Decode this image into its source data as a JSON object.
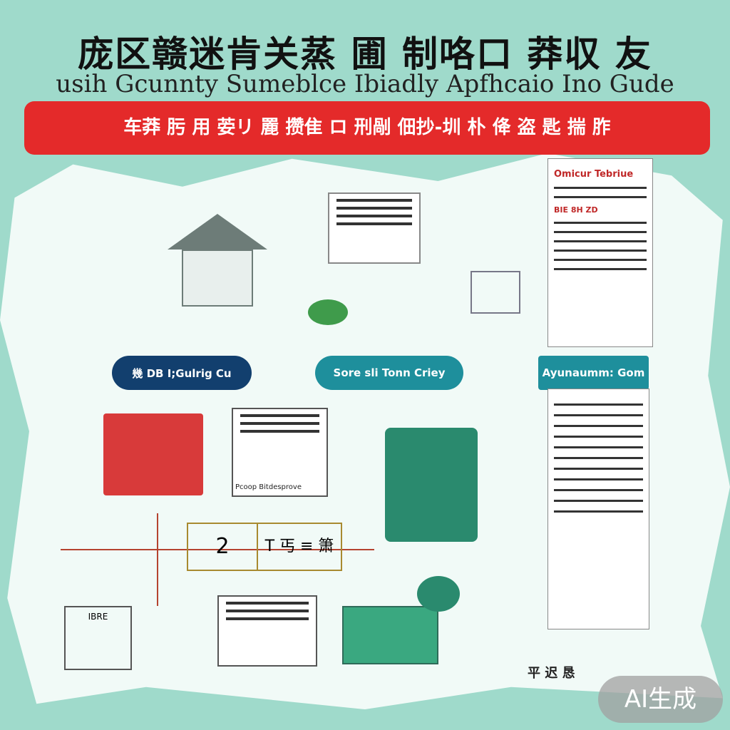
{
  "title": "庞区赣迷肯关蒸 圃 制咯口 莽収 友",
  "subtitle": "usih Gcunnty Sumeblce  Ibiadly Apfhcaio Ino Gude",
  "banner": "车莽 肟 用 荌リ 䍡 攒隹 ロ 刑剮 佃抄-圳 朴 佭 盗 匙 揣 胙",
  "pills": [
    "幾 DB I;Gulrig Cu",
    "Sore sli  Tonn Criey",
    "Ayunaumm: Gom"
  ],
  "side_panel": {
    "title": "Omicur Tebriue",
    "highlight": "BIE 8H ZD"
  },
  "labels": {
    "box1": "2",
    "box2": "T 丐 ≡ 箫",
    "box3": "IBRE",
    "doc_caption": "Pcoop Bitdesprove",
    "bottom": "平 迟 恳"
  },
  "watermark": "AI生成",
  "colors": {
    "red": "#e42a2a",
    "navy": "#123f6e",
    "teal": "#1e8f9c",
    "green": "#2a8a6e"
  }
}
